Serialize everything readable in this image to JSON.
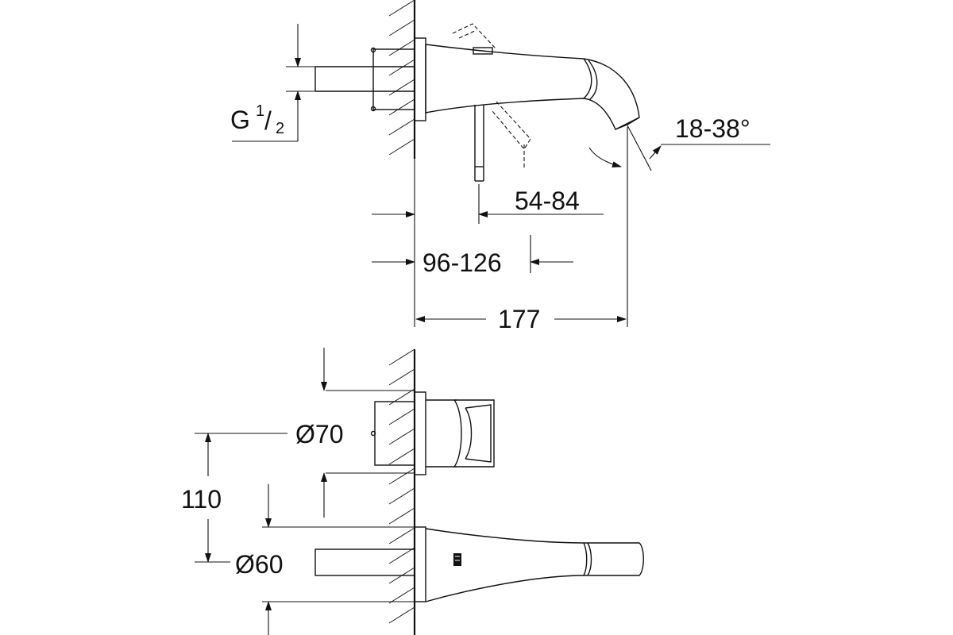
{
  "diagram": {
    "side_view": {
      "thread_label": "G",
      "thread_fraction_num": "1",
      "thread_fraction_slash": "/",
      "thread_fraction_den": "2",
      "spout_angle": "18-38°",
      "lever_projection": "54-84",
      "installation_depth": "96-126",
      "spout_length": "177"
    },
    "top_view": {
      "rosette_diameter": "Ø70",
      "center_distance": "110",
      "spout_rosette_diameter": "Ø60"
    }
  }
}
